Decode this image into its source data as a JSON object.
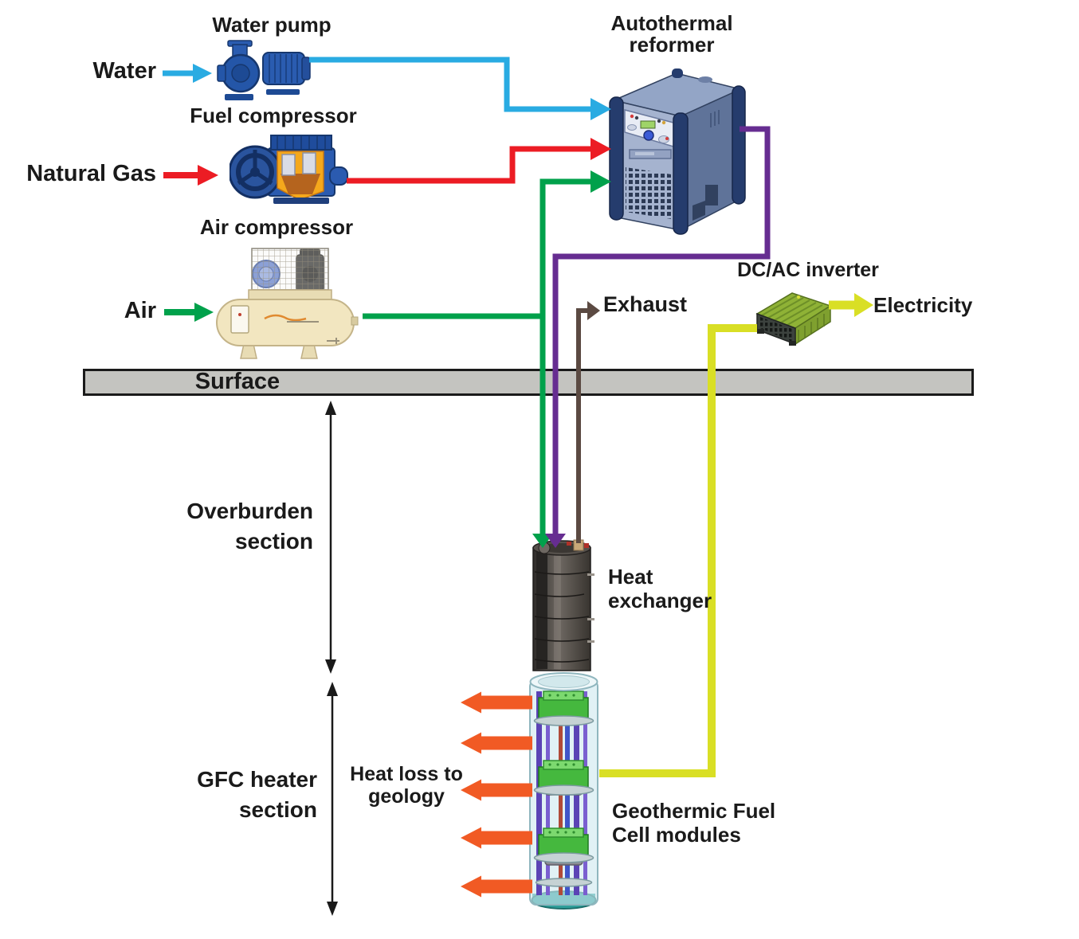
{
  "colors": {
    "water": "#29ABE2",
    "natural_gas": "#EC1C24",
    "air": "#00A14B",
    "reformate": "#662D91",
    "exhaust": "#5B4A42",
    "electricity": "#D9DF25",
    "heat_loss": "#F15A24",
    "surface_fill": "#C4C4C0",
    "outline": "#1A1A1A"
  },
  "inputs": {
    "water": "Water",
    "natural_gas": "Natural Gas",
    "air": "Air"
  },
  "equipment": {
    "water_pump": "Water pump",
    "fuel_compressor": "Fuel compressor",
    "air_compressor": "Air compressor",
    "reformer_line1": "Autothermal",
    "reformer_line2": "reformer",
    "inverter": "DC/AC inverter",
    "heat_exchanger_line1": "Heat",
    "heat_exchanger_line2": "exchanger",
    "gfc_line1": "Geothermic Fuel",
    "gfc_line2": "Cell modules"
  },
  "outputs": {
    "exhaust": "Exhaust",
    "electricity": "Electricity"
  },
  "sections": {
    "surface": "Surface",
    "overburden_line1": "Overburden",
    "overburden_line2": "section",
    "gfc_heater_line1": "GFC heater",
    "gfc_heater_line2": "section",
    "heat_loss_line1": "Heat loss to",
    "heat_loss_line2": "geology"
  }
}
